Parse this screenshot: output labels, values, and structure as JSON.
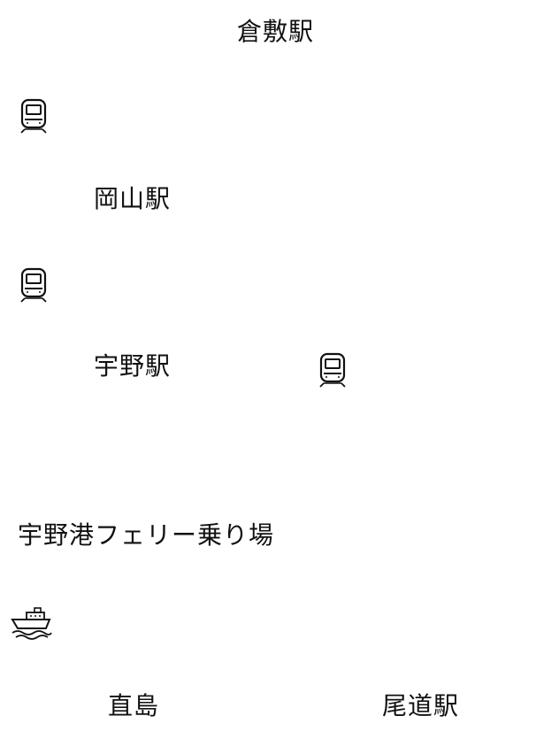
{
  "stations": {
    "kurashiki": "倉敷駅",
    "okayama": "岡山駅",
    "uno": "宇野駅",
    "uno_port": "宇野港フェリー乗り場",
    "naoshima": "直島",
    "onomichi": "尾道駅"
  },
  "icons": {
    "train": "train-icon",
    "ferry": "ferry-icon"
  },
  "colors": {
    "ink": "#111111",
    "background": "#ffffff"
  }
}
